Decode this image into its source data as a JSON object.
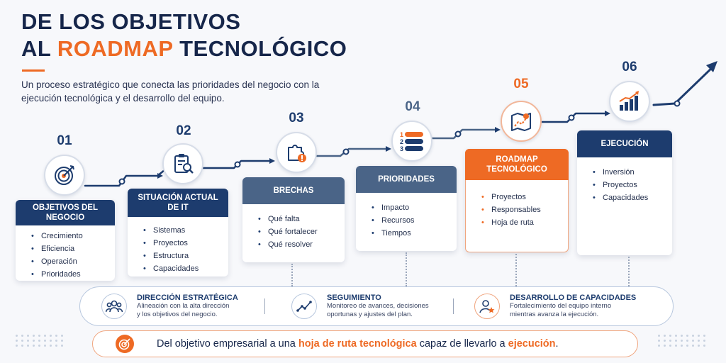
{
  "header": {
    "title_line1": "DE LOS OBJETIVOS",
    "title_line2_prefix": "AL ",
    "title_line2_highlight": "ROADMAP",
    "title_line2_suffix": " TECNOLÓGICO",
    "subtitle": "Un proceso estratégico que conecta las prioridades del negocio con la ejecución tecnológica y el desarrollo del equipo."
  },
  "colors": {
    "navy": "#1d3c6e",
    "orange": "#ee6a24",
    "slate": "#4a6487"
  },
  "steps": [
    {
      "num": "01",
      "icon": "target-icon",
      "title": "OBJETIVOS DEL NEGOCIO",
      "items": [
        "Crecimiento",
        "Eficiencia",
        "Operación",
        "Prioridades"
      ]
    },
    {
      "num": "02",
      "icon": "clipboard-search-icon",
      "title": "SITUACIÓN ACTUAL DE IT",
      "items": [
        "Sistemas",
        "Proyectos",
        "Estructura",
        "Capacidades"
      ]
    },
    {
      "num": "03",
      "icon": "puzzle-alert-icon",
      "title": "BRECHAS",
      "items": [
        "Qué falta",
        "Qué fortalecer",
        "Qué resolver"
      ]
    },
    {
      "num": "04",
      "icon": "priority-list-icon",
      "title": "PRIORIDADES",
      "items": [
        "Impacto",
        "Recursos",
        "Tiempos"
      ]
    },
    {
      "num": "05",
      "icon": "map-route-icon",
      "title": "ROADMAP TECNOLÓGICO",
      "items": [
        "Proyectos",
        "Responsables",
        "Hoja de ruta"
      ]
    },
    {
      "num": "06",
      "icon": "growth-chart-icon",
      "title": "EJECUCIÓN",
      "items": [
        "Inversión",
        "Proyectos",
        "Capacidades"
      ]
    }
  ],
  "pillars": [
    {
      "icon": "team-icon",
      "title": "DIRECCIÓN ESTRATÉGICA",
      "desc_line1": "Alineación con la alta dirección",
      "desc_line2": "y los objetivos del negocio."
    },
    {
      "icon": "line-trend-icon",
      "title": "SEGUIMIENTO",
      "desc_line1": "Monitoreo de avances, decisiones",
      "desc_line2": "oportunas y ajustes del plan."
    },
    {
      "icon": "user-star-icon",
      "title": "DESARROLLO DE CAPACIDADES",
      "desc_line1": "Fortalecimiento del equipo interno",
      "desc_line2": "mientras avanza la ejecución."
    }
  ],
  "footer": {
    "prefix": "Del objetivo empresarial a una ",
    "highlight1": "hoja de ruta tecnológica",
    "middle": " capaz de llevarlo a ",
    "highlight2": "ejecución",
    "suffix": "."
  }
}
